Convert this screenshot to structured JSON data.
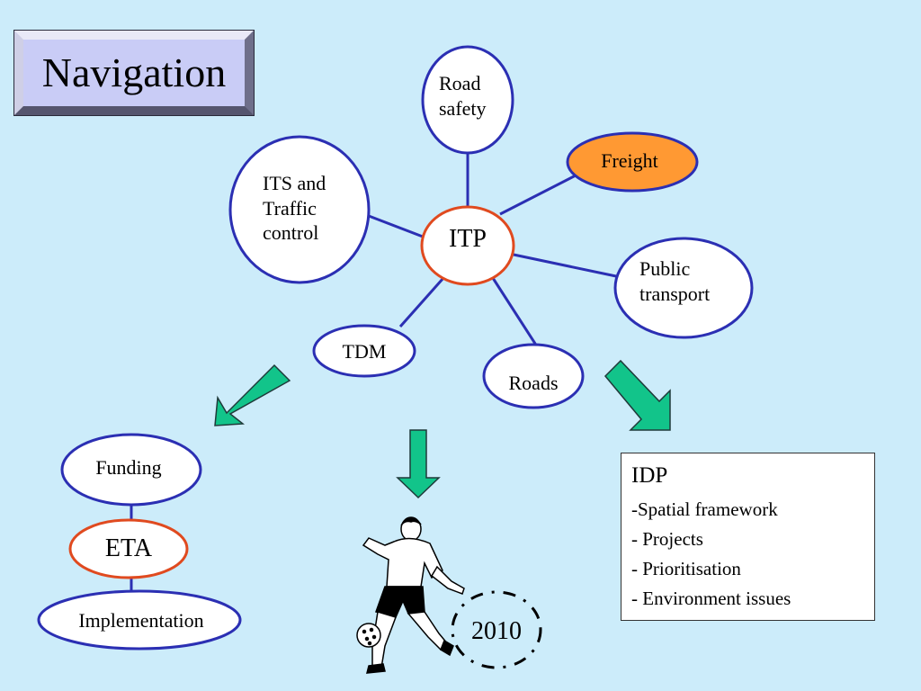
{
  "title": "Navigation",
  "center_node": {
    "label": "ITP"
  },
  "spoke_nodes": {
    "road_safety": "Road\nsafety",
    "freight": "Freight",
    "its": "ITS and\nTraffic\ncontrol",
    "public_transport": "Public\ntransport",
    "tdm": "TDM",
    "roads": "Roads"
  },
  "left_chain": {
    "funding": "Funding",
    "eta": "ETA",
    "implementation": "Implementation"
  },
  "year_badge": "2010",
  "idp": {
    "title": "IDP",
    "items": [
      "-Spatial framework",
      "- Projects",
      "- Prioritisation",
      "- Environment issues"
    ]
  },
  "colors": {
    "background": "#ccecfa",
    "node_stroke": "#2b2fb3",
    "node_fill": "#ffffff",
    "highlight_stroke": "#e04a1f",
    "freight_fill": "#ff9933",
    "arrow_fill": "#12c48a",
    "title_fill": "#c9ccf6"
  },
  "icons": {
    "arrows": "green-arrow-icon",
    "player": "soccer-player-icon"
  }
}
